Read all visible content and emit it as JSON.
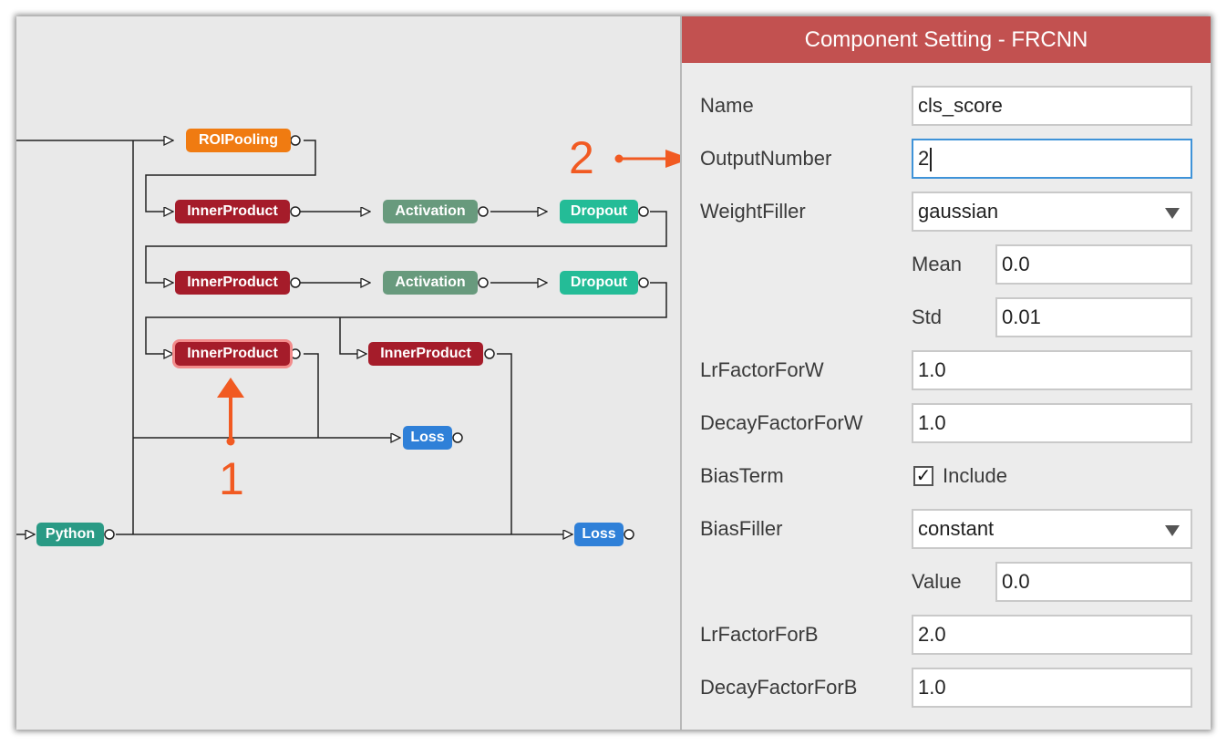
{
  "graph": {
    "nodes": {
      "roipooling": "ROIPooling",
      "ip1": "InnerProduct",
      "act1": "Activation",
      "drop1": "Dropout",
      "ip2": "InnerProduct",
      "act2": "Activation",
      "drop2": "Dropout",
      "ip3": "InnerProduct",
      "ip4": "InnerProduct",
      "loss1": "Loss",
      "python": "Python",
      "loss2": "Loss"
    },
    "colors": {
      "roipooling": "#f07b11",
      "innerproduct": "#a51c2a",
      "activation": "#689a7d",
      "dropout": "#24bc97",
      "loss": "#2f80d8",
      "python": "#2a9a85",
      "annotation": "#f15a22"
    },
    "annotations": {
      "one": "1",
      "two": "2"
    }
  },
  "panel": {
    "title": "Component Setting - FRCNN",
    "name_label": "Name",
    "name_value": "cls_score",
    "output_label": "OutputNumber",
    "output_value": "2",
    "weight_filler_label": "WeightFiller",
    "weight_filler_value": "gaussian",
    "mean_label": "Mean",
    "mean_value": "0.0",
    "std_label": "Std",
    "std_value": "0.01",
    "lr_w_label": "LrFactorForW",
    "lr_w_value": "1.0",
    "decay_w_label": "DecayFactorForW",
    "decay_w_value": "1.0",
    "bias_term_label": "BiasTerm",
    "bias_term_checked": true,
    "bias_term_option": "Include",
    "bias_filler_label": "BiasFiller",
    "bias_filler_value": "constant",
    "value_label": "Value",
    "value_value": "0.0",
    "lr_b_label": "LrFactorForB",
    "lr_b_value": "2.0",
    "decay_b_label": "DecayFactorForB",
    "decay_b_value": "1.0",
    "header_color": "#c25150"
  }
}
